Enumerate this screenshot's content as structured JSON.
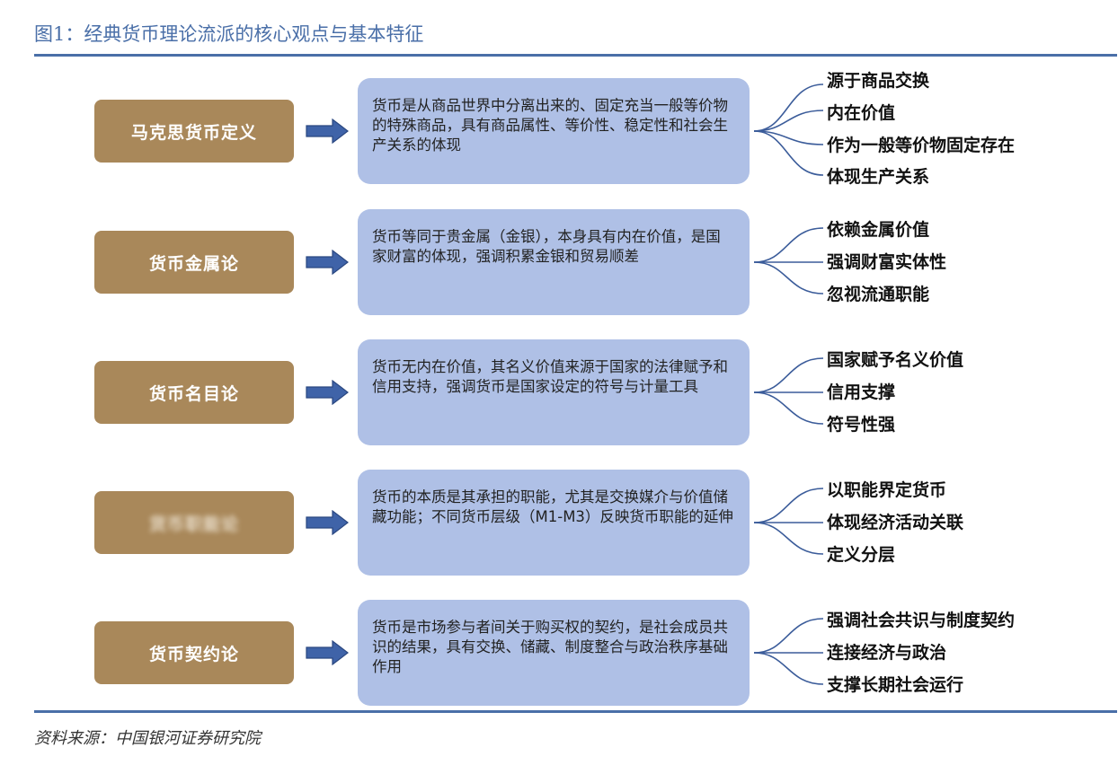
{
  "figure": {
    "title": "图1：经典货币理论流派的核心观点与基本特征",
    "source": "资料来源：中国银河证券研究院"
  },
  "rows": [
    {
      "label": "马克思货币定义",
      "description": "货币是从商品世界中分离出来的、固定充当一般等价物的特殊商品，具有商品属性、等价性、稳定性和社会生产关系的体现",
      "points": [
        "源于商品交换",
        "内在价值",
        "作为一般等价物固定存在",
        "体现生产关系"
      ]
    },
    {
      "label": "货币金属论",
      "description": "货币等同于贵金属（金银），本身具有内在价值，是国家财富的体现，强调积累金银和贸易顺差",
      "points": [
        "依赖金属价值",
        "强调财富实体性",
        "忽视流通职能"
      ]
    },
    {
      "label": "货币名目论",
      "description": "货币无内在价值，其名义价值来源于国家的法律赋予和信用支持，强调货币是国家设定的符号与计量工具",
      "points": [
        "国家赋予名义价值",
        "信用支撑",
        "符号性强"
      ]
    },
    {
      "label": "货币职能论",
      "description": "货币的本质是其承担的职能，尤其是交换媒介与价值储藏功能；不同货币层级（M1-M3）反映货币职能的延伸",
      "points": [
        "以职能界定货币",
        "体现经济活动关联",
        "定义分层"
      ]
    },
    {
      "label": "货币契约论",
      "description": "货币是市场参与者间关于购买权的契约，是社会成员共识的结果，具有交换、储藏、制度整合与政治秩序基础作用",
      "points": [
        "强调社会共识与制度契约",
        "连接经济与政治",
        "支撑长期社会运行"
      ]
    }
  ],
  "colors": {
    "title": "#4a6fa8",
    "rule": "#4a6fa8",
    "label_box": "#a9885a",
    "desc_box": "#afc0e6",
    "arrow_fill": "#3f63a8",
    "arrow_stroke": "#2a4780",
    "fan_stroke": "#3b5c9a"
  }
}
